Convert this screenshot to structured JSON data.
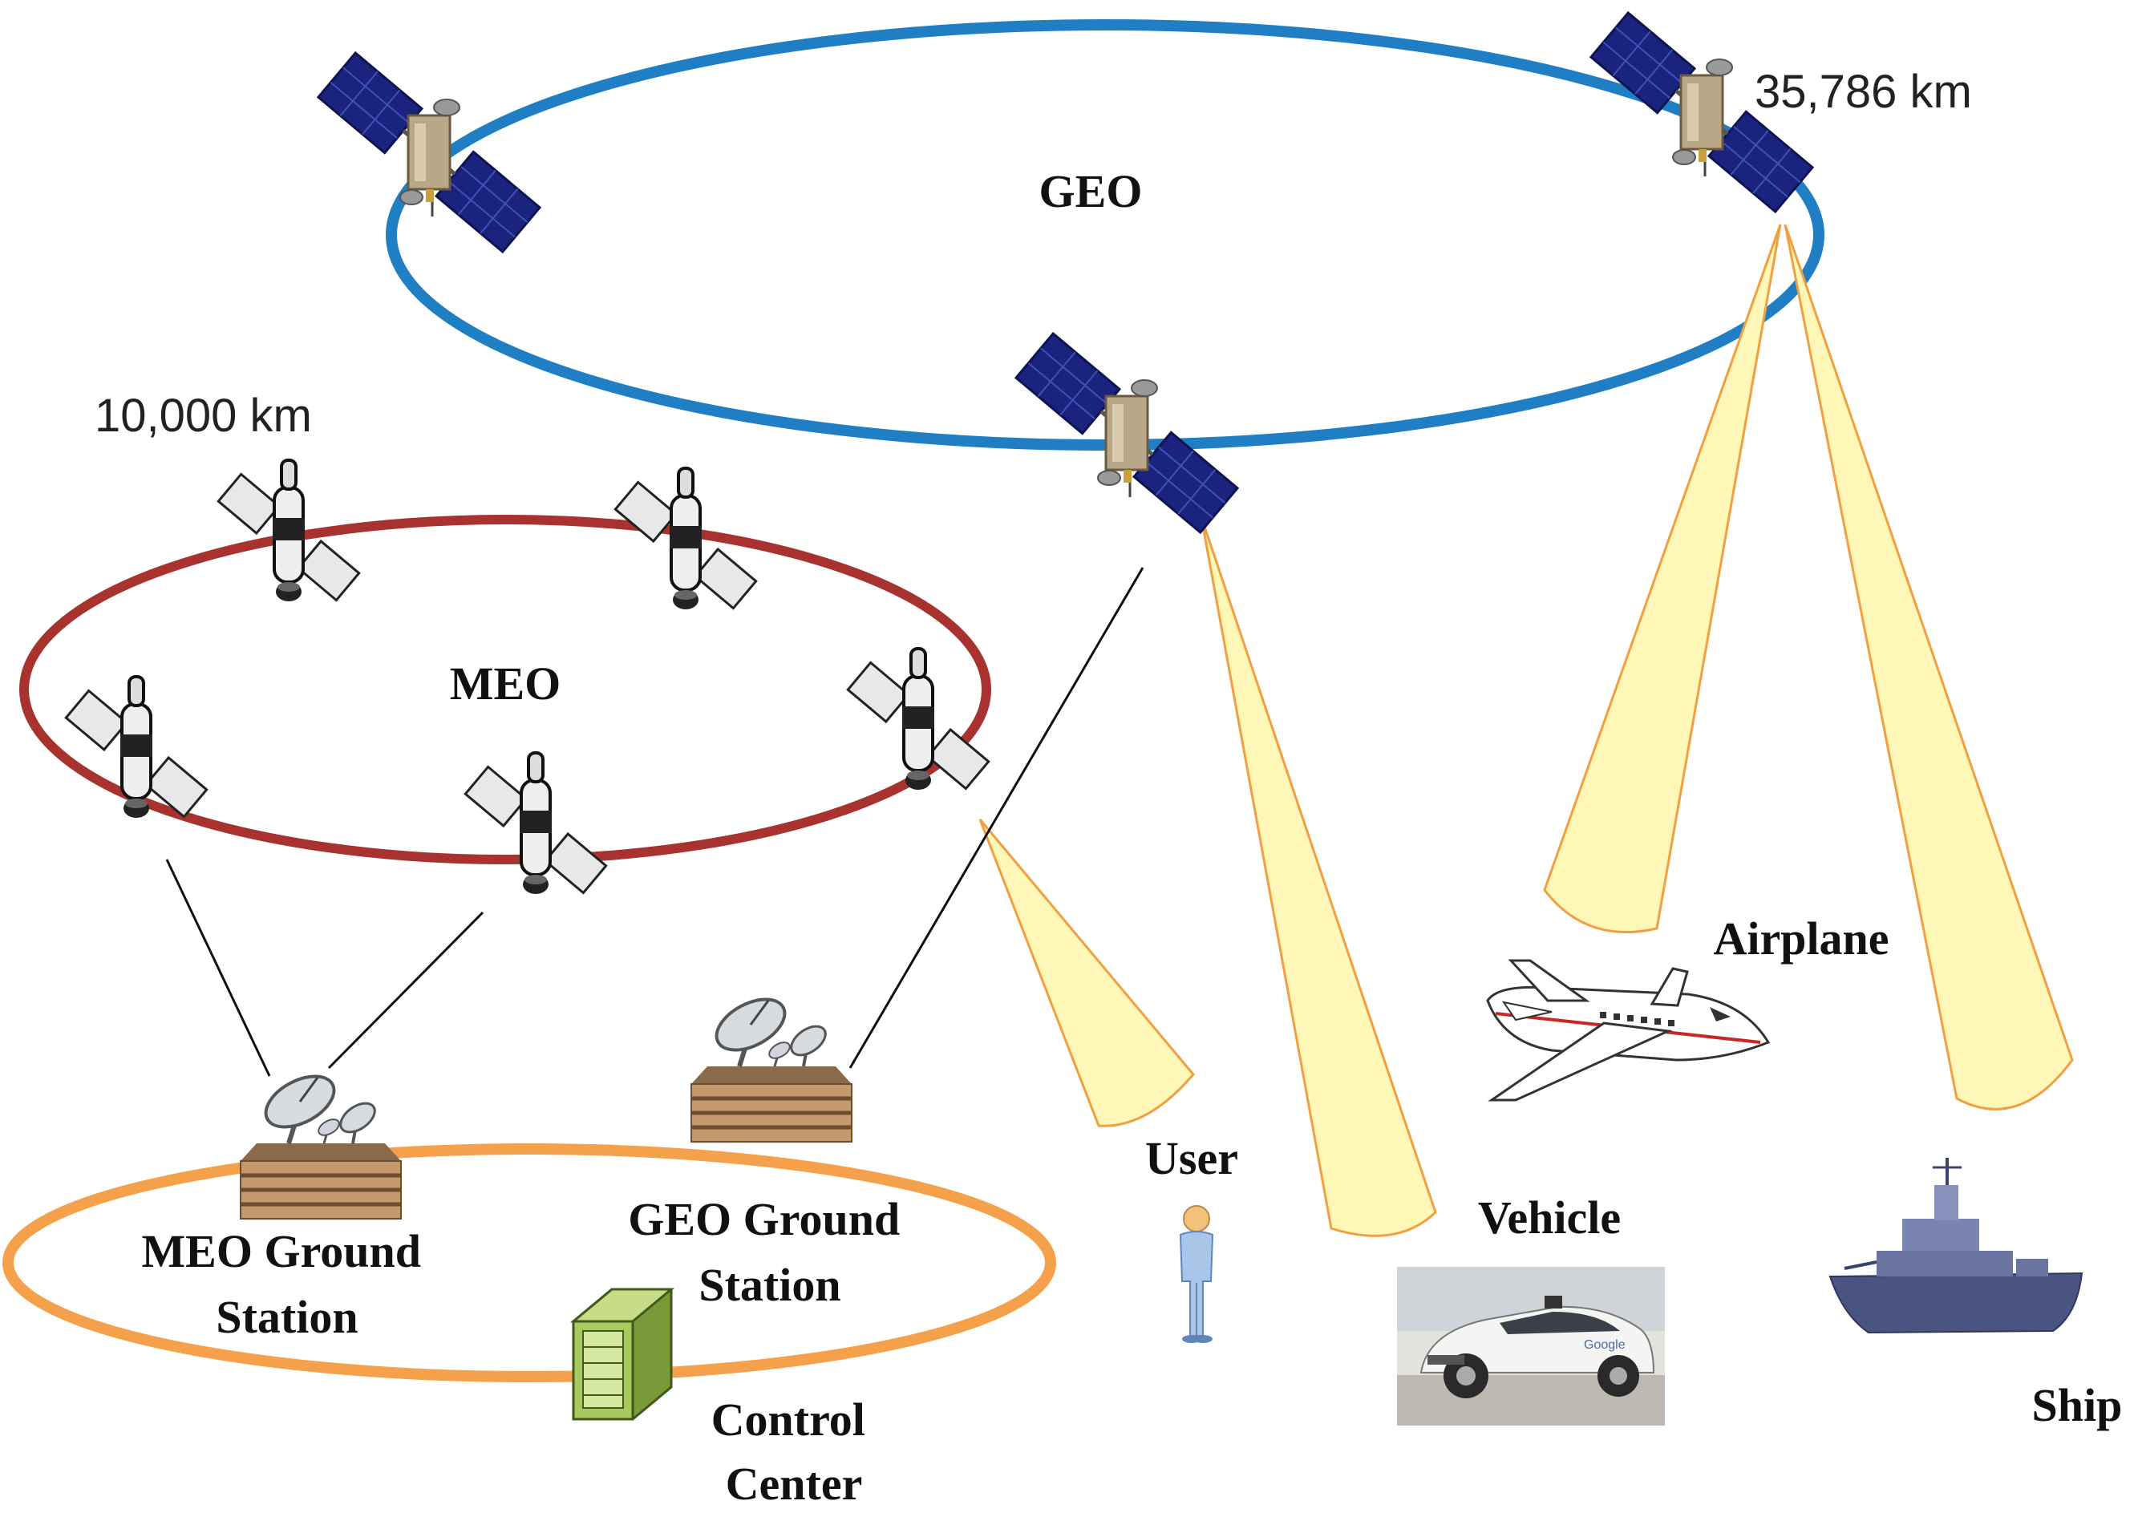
{
  "labels": {
    "geo": "GEO",
    "meo": "MEO",
    "geo_altitude": "35,786 km",
    "meo_altitude": "10,000 km",
    "meo_ground_station_line1": "MEO Ground",
    "meo_ground_station_line2": "Station",
    "geo_ground_station_line1": "GEO Ground",
    "geo_ground_station_line2": "Station",
    "control_center_line1": "Control",
    "control_center_line2": "Center",
    "user": "User",
    "vehicle": "Vehicle",
    "airplane": "Airplane",
    "ship": "Ship",
    "vehicle_photo_text": "Google"
  },
  "colors": {
    "geo_orbit": "#1f7ec4",
    "meo_orbit": "#a8322e",
    "ground_orbit": "#f5a04a",
    "beam_fill": "#fff7b8",
    "beam_stroke": "#f0a040",
    "panel": "#1a237e",
    "geo_body": "#b8a888"
  },
  "icons": {
    "geo_satellite": "geo-satellite-icon",
    "meo_satellite": "meo-satellite-icon",
    "ground_station": "ground-station-icon",
    "server": "server-icon",
    "person": "person-icon",
    "airplane": "airplane-icon",
    "car": "car-icon",
    "ship": "ship-icon"
  }
}
